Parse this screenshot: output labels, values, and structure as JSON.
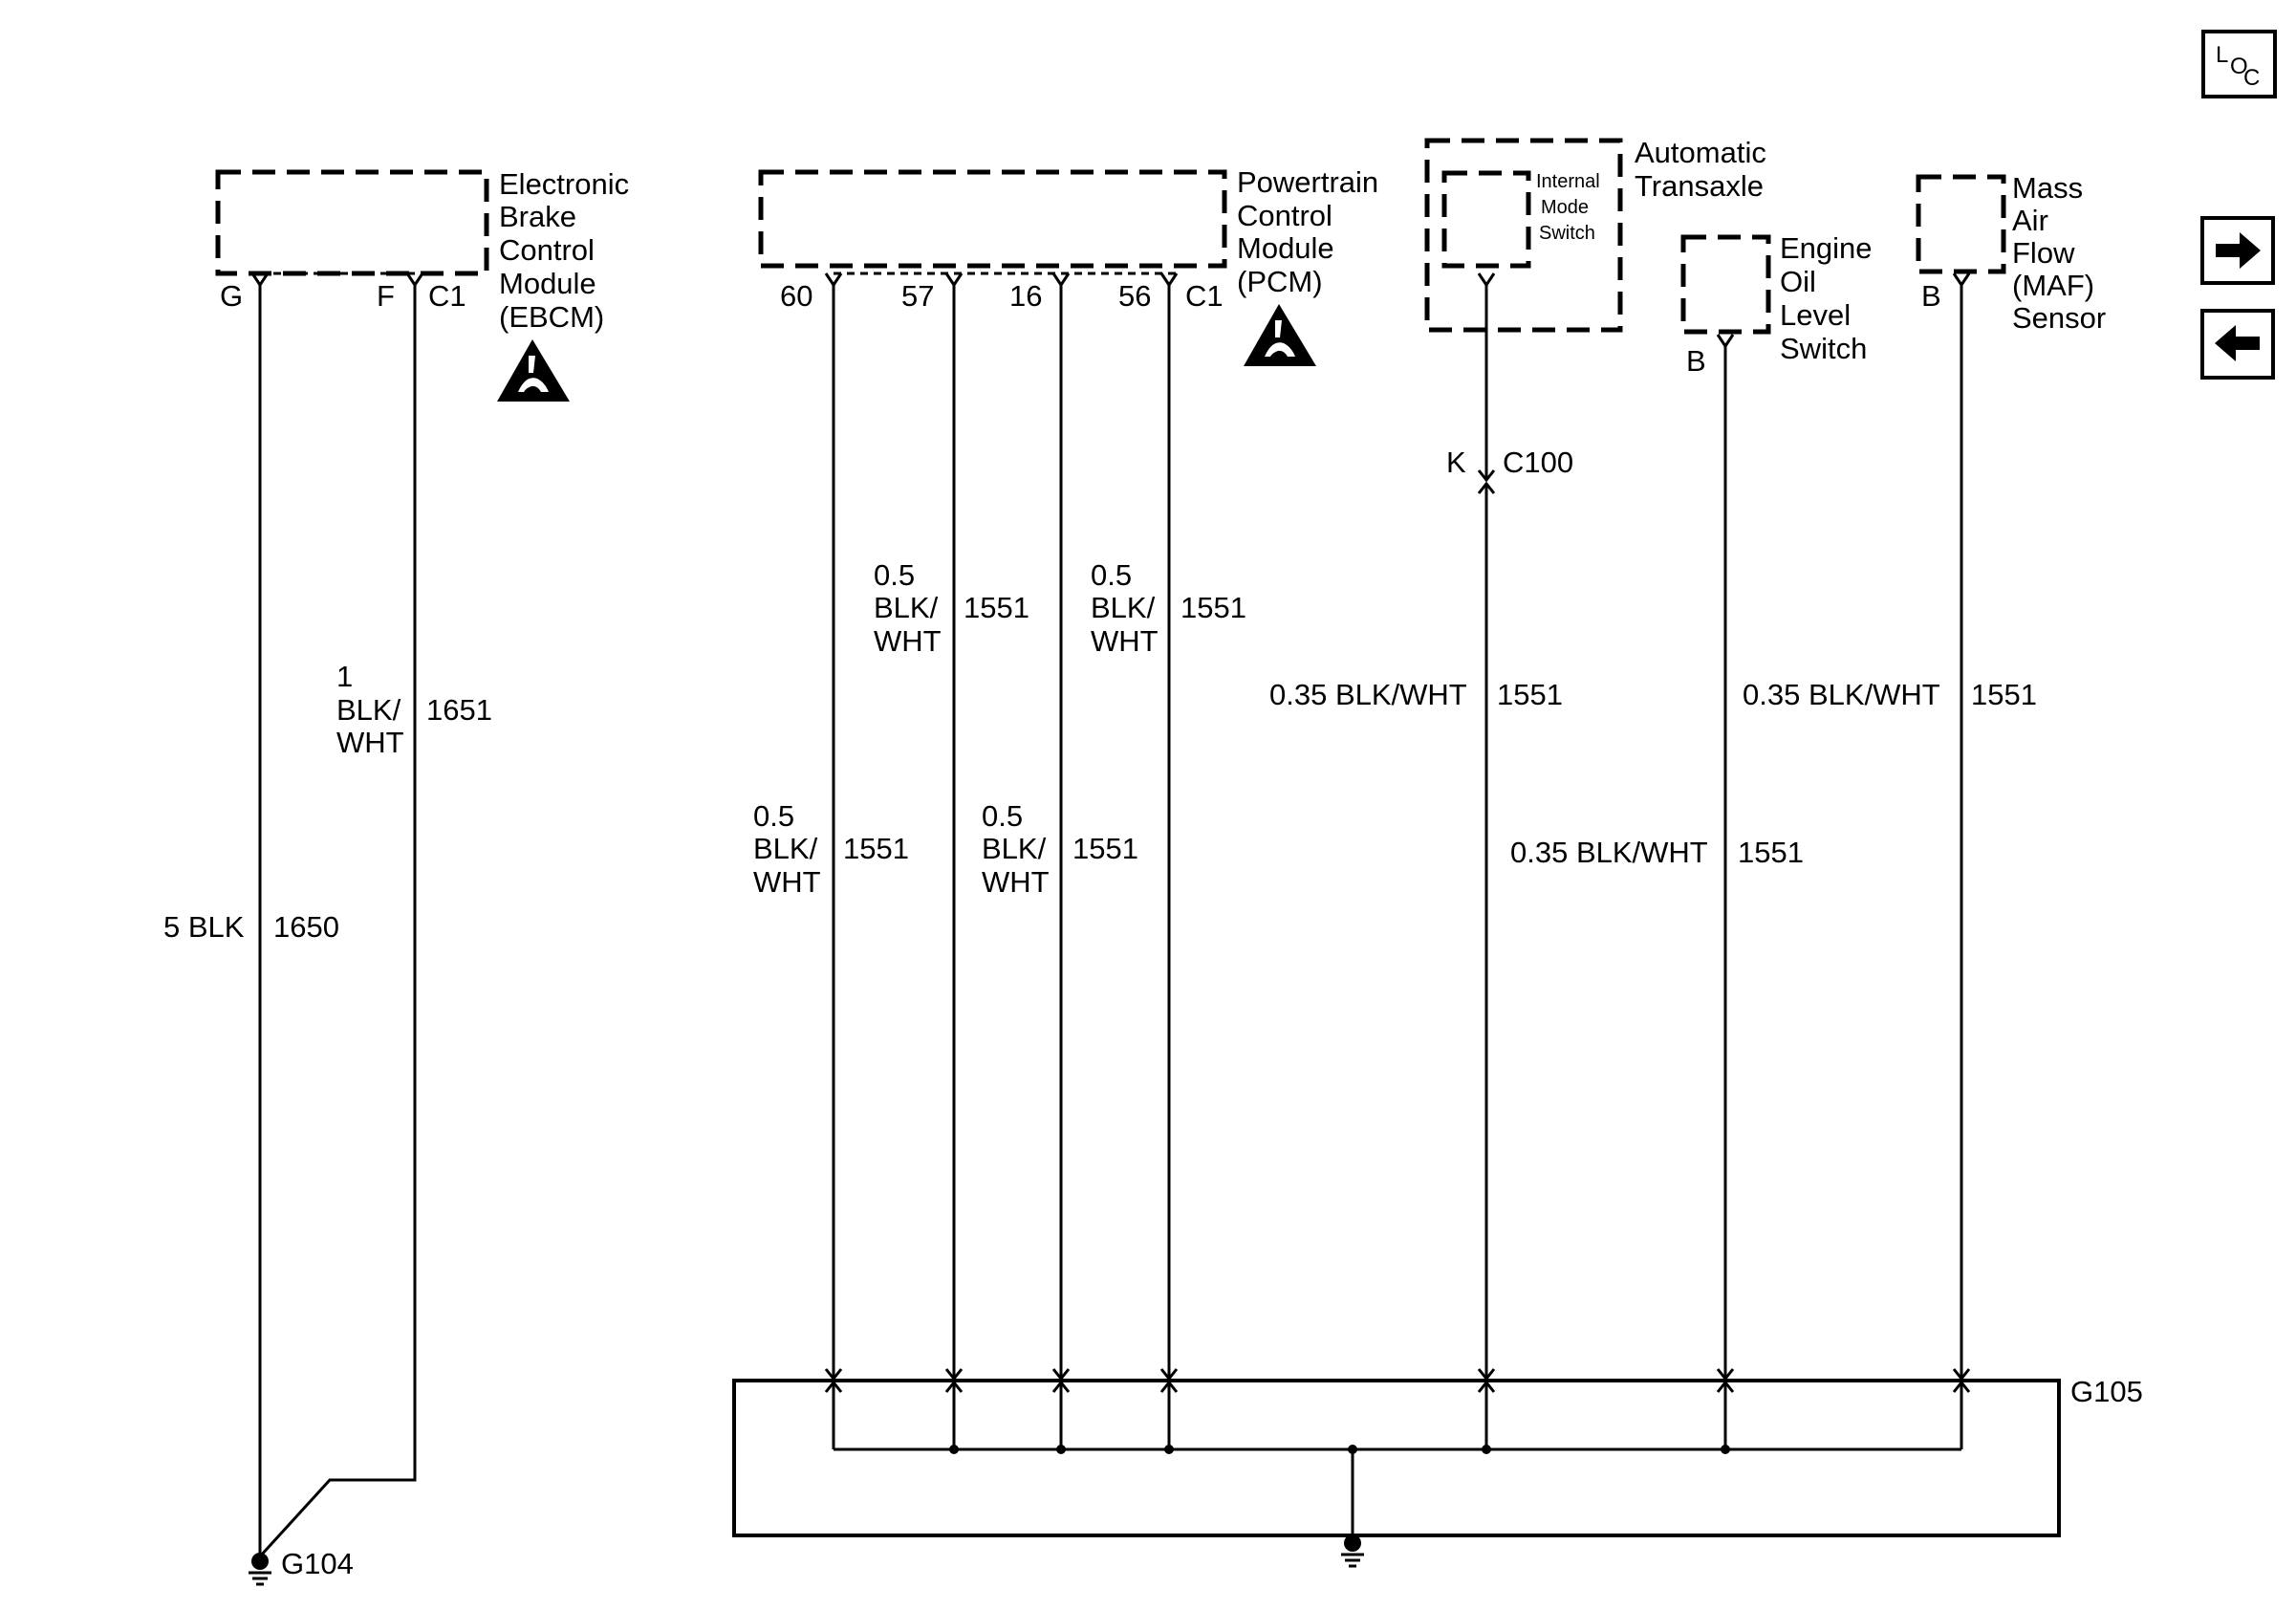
{
  "components": {
    "ebcm": {
      "name_lines": [
        "Electronic",
        "Brake",
        "Control",
        "Module",
        "(EBCM)"
      ],
      "connector": "C1",
      "pins": [
        "G",
        "F"
      ]
    },
    "pcm": {
      "name_lines": [
        "Powertrain",
        "Control",
        "Module",
        "(PCM)"
      ],
      "connector": "C1",
      "pins": [
        "60",
        "57",
        "16",
        "56"
      ]
    },
    "transaxle": {
      "name_lines": [
        "Automatic",
        "Transaxle"
      ],
      "inner_lines": [
        "Internal",
        "Mode",
        "Switch"
      ]
    },
    "oil_switch": {
      "name_lines": [
        "Engine",
        "Oil",
        "Level",
        "Switch"
      ],
      "pin": "B"
    },
    "maf": {
      "name_lines": [
        "Mass",
        "Air",
        "Flow",
        "(MAF)",
        "Sensor"
      ],
      "pin": "B"
    }
  },
  "inline_connector": {
    "pin": "K",
    "name": "C100"
  },
  "wires": {
    "ebcm_g": {
      "size_color": "5 BLK",
      "circuit": "1650"
    },
    "ebcm_f": {
      "size_lines": [
        "1",
        "BLK/",
        "WHT"
      ],
      "circuit": "1651"
    },
    "pcm_60": {
      "size_lines": [
        "0.5",
        "BLK/",
        "WHT"
      ],
      "circuit": "1551"
    },
    "pcm_57": {
      "size_lines": [
        "0.5",
        "BLK/",
        "WHT"
      ],
      "circuit": "1551"
    },
    "pcm_16": {
      "size_lines": [
        "0.5",
        "BLK/",
        "WHT"
      ],
      "circuit": "1551"
    },
    "pcm_56": {
      "size_lines": [
        "0.5",
        "BLK/",
        "WHT"
      ],
      "circuit": "1551"
    },
    "transaxle": {
      "size_color": "0.35 BLK/WHT",
      "circuit": "1551"
    },
    "oil": {
      "size_color": "0.35 BLK/WHT",
      "circuit": "1551"
    },
    "maf": {
      "size_color": "0.35 BLK/WHT",
      "circuit": "1551"
    }
  },
  "grounds": {
    "g104": "G104",
    "g105": "G105"
  },
  "loc_icon": {
    "line1": "L",
    "line2": "O",
    "line3": "C"
  },
  "nav": {
    "next_icon": "arrow-right-icon",
    "prev_icon": "arrow-left-icon"
  }
}
